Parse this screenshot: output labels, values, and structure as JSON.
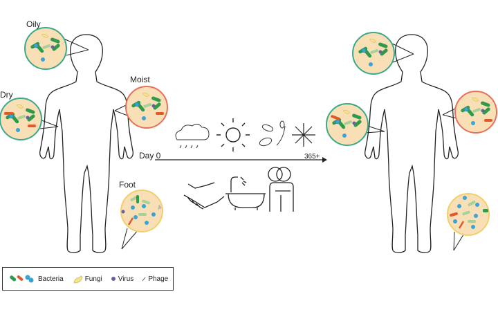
{
  "diagram": {
    "site_labels": {
      "oily": "Oily",
      "moist": "Moist",
      "dry": "Dry",
      "foot": "Foot"
    },
    "timeline": {
      "start_label": "Day 0",
      "end_label": "365+",
      "seasons_icons": [
        "rain-cloud-icon",
        "sun-icon",
        "falling-leaves-icon",
        "snowflake-icon"
      ],
      "interaction_icons": [
        "handshake-icon",
        "bathtub-shower-icon",
        "hugging-couple-icon"
      ]
    },
    "legend": {
      "bacteria": "Bacteria",
      "fungi": "Fungi",
      "virus": "Virus",
      "phage": "Phage"
    },
    "colors": {
      "bacteria_green": "#2e9a4a",
      "bacteria_lightgreen": "#a8d19a",
      "bacteria_red": "#e2572b",
      "bacteria_blue": "#3aa3d4",
      "fungi_yellow": "#f3e38a",
      "virus_purple": "#6a5fa0",
      "circle_fill": "#f9dfb6",
      "oily_border": "#3aa98a",
      "moist_border": "#e8705a",
      "dry_border": "#3aa98a",
      "foot_border": "#f2cf6a"
    }
  }
}
